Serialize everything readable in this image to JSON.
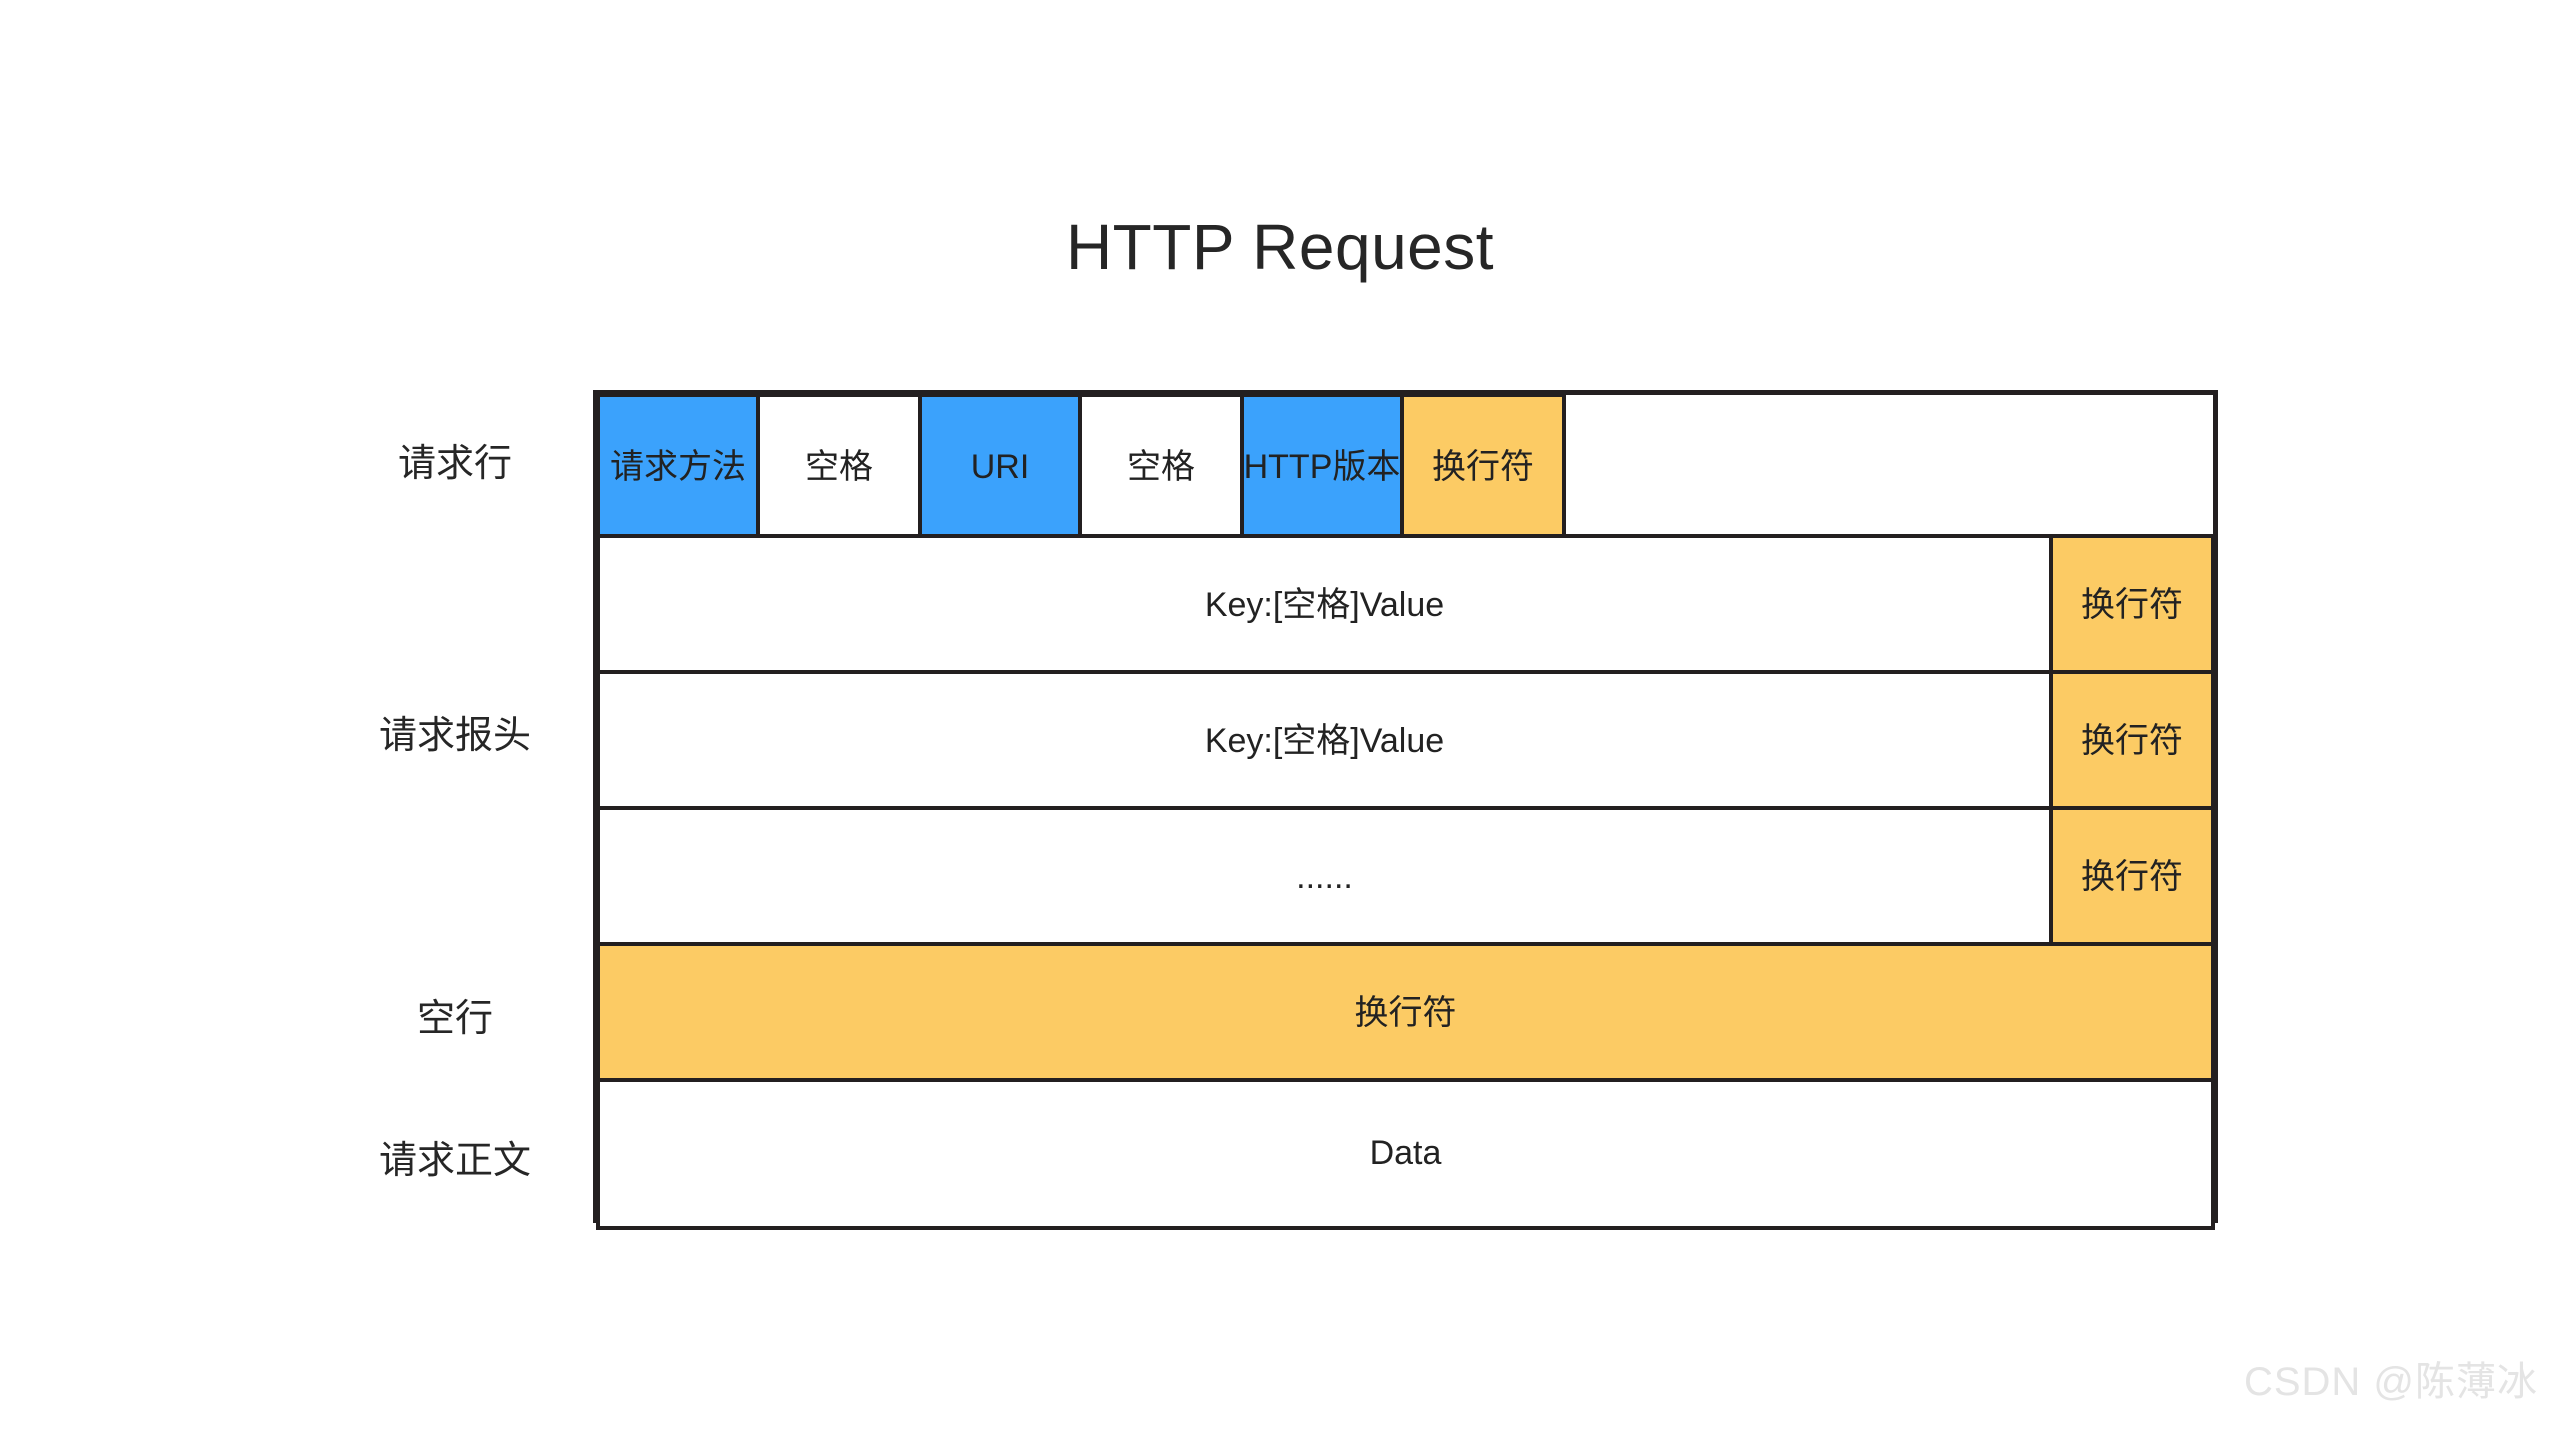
{
  "title": "HTTP Request",
  "watermark": "CSDN @陈薄冰",
  "colors": {
    "blue": "#3ba2fc",
    "orange": "#fccb64",
    "white": "#ffffff",
    "border": "#231f20",
    "text": "#262626",
    "watermark": "#e4e4e4"
  },
  "side_labels": {
    "request_line": "请求行",
    "request_header": "请求报头",
    "blank_line": "空行",
    "request_body": "请求正文"
  },
  "rows": {
    "request_line": {
      "cells": [
        {
          "label": "请求方法",
          "color": "blue"
        },
        {
          "label": "空格",
          "color": "white"
        },
        {
          "label": "URI",
          "color": "blue"
        },
        {
          "label": "空格",
          "color": "white"
        },
        {
          "label": "HTTP版本",
          "color": "blue"
        },
        {
          "label": "换行符",
          "color": "orange"
        }
      ]
    },
    "header_1": {
      "cells": [
        {
          "label": "Key:[空格]Value",
          "color": "white"
        },
        {
          "label": "换行符",
          "color": "orange"
        }
      ]
    },
    "header_2": {
      "cells": [
        {
          "label": "Key:[空格]Value",
          "color": "white"
        },
        {
          "label": "换行符",
          "color": "orange"
        }
      ]
    },
    "header_3": {
      "cells": [
        {
          "label": "......",
          "color": "white"
        },
        {
          "label": "换行符",
          "color": "orange"
        }
      ]
    },
    "blank_line": {
      "cells": [
        {
          "label": "换行符",
          "color": "orange"
        }
      ]
    },
    "request_body": {
      "cells": [
        {
          "label": "Data",
          "color": "white"
        }
      ]
    }
  }
}
